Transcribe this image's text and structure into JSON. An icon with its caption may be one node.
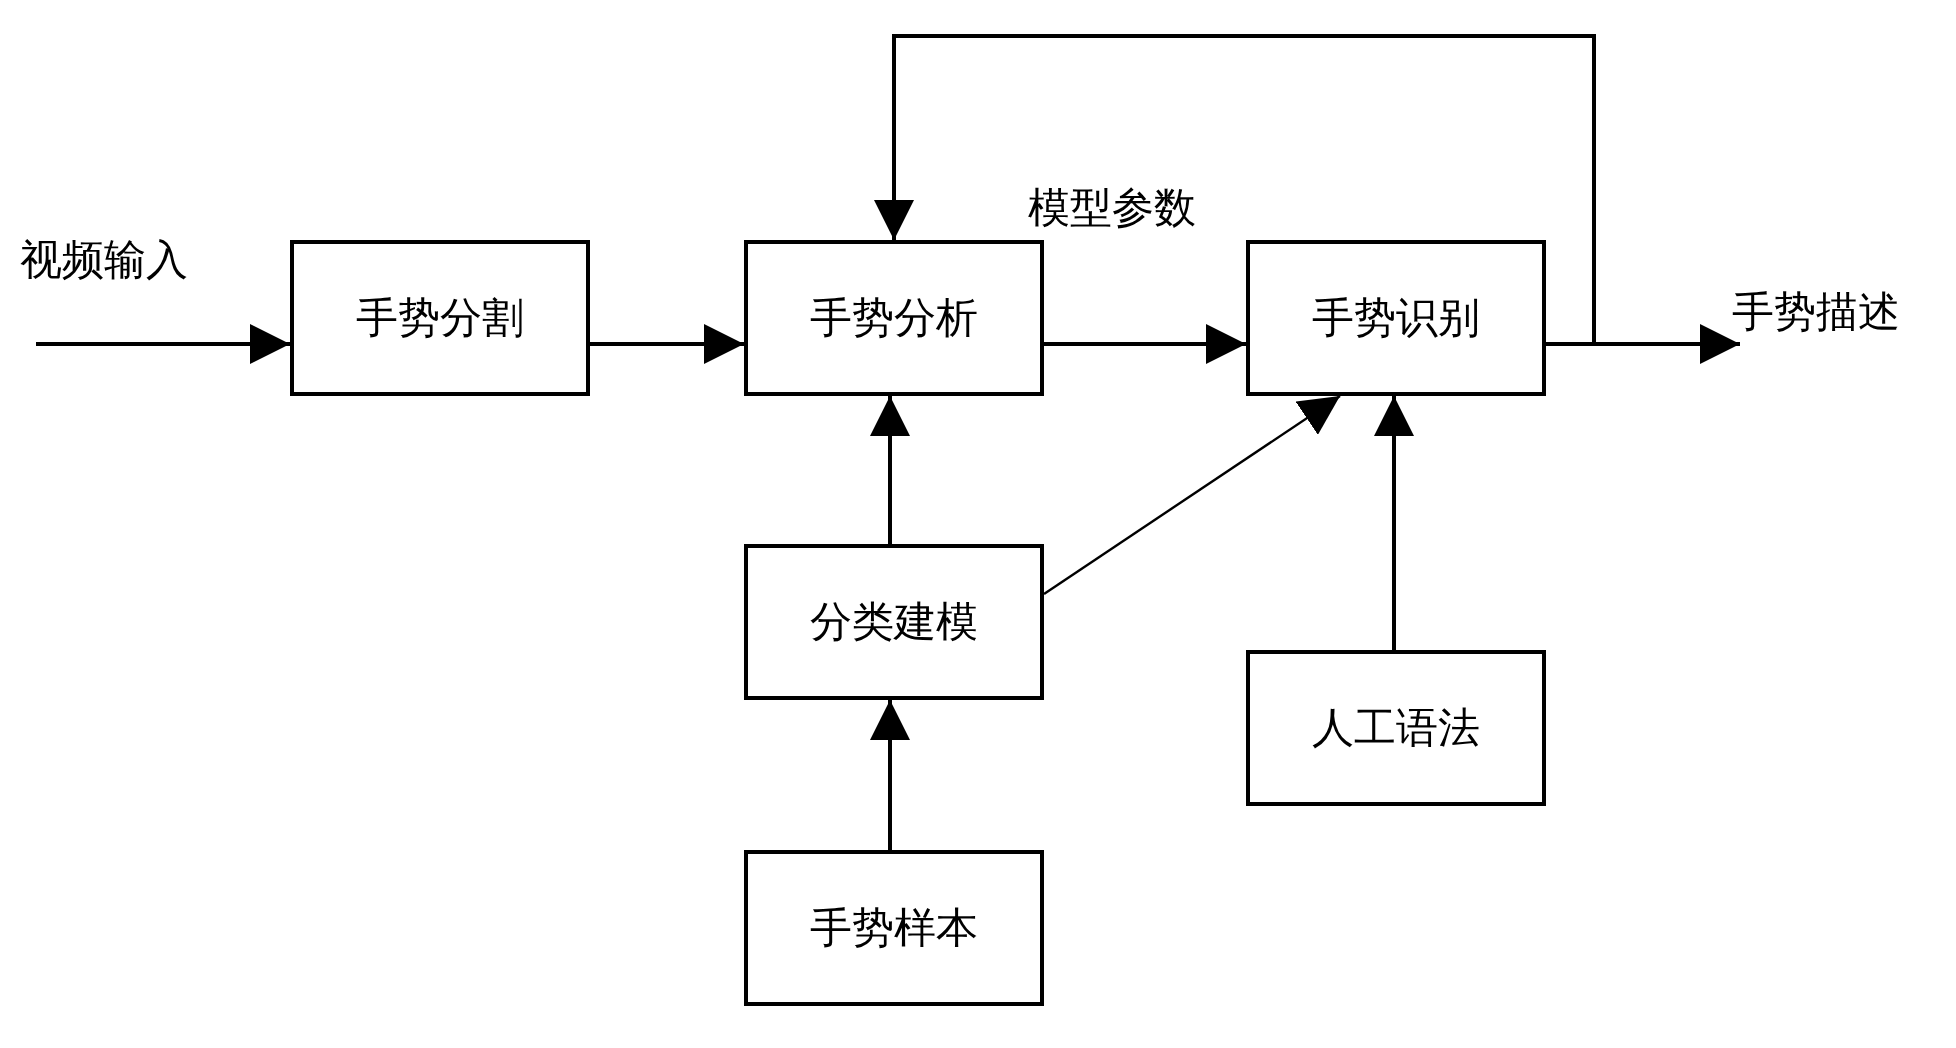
{
  "diagram": {
    "nodes": [
      {
        "text": [
          "手势分割"
        ]
      },
      {
        "text": [
          "手势分析"
        ]
      },
      {
        "text": [
          "手势识别"
        ]
      },
      {
        "text": [
          "分类建模"
        ]
      },
      {
        "text": [
          "人工语法"
        ]
      },
      {
        "text": [
          "手势样本"
        ]
      }
    ],
    "edges": [
      {
        "from": null,
        "to": 0,
        "arrow": "to",
        "label": "视频输入"
      },
      {
        "from": 0,
        "to": 1,
        "arrow": "to"
      },
      {
        "from": 1,
        "to": 2,
        "arrow": "to"
      },
      {
        "from": 2,
        "to": null,
        "arrow": "to",
        "label": "手势描述"
      },
      {
        "from": 2,
        "to": 1,
        "arrow": "to"
      },
      {
        "from": 3,
        "to": 1,
        "arrow": "to"
      },
      {
        "from": 3,
        "to": 2,
        "arrow": "to"
      },
      {
        "from": 4,
        "to": 2,
        "arrow": "to"
      },
      {
        "from": 5,
        "to": 3,
        "arrow": "to"
      }
    ],
    "labels": [
      "模型参数"
    ]
  }
}
